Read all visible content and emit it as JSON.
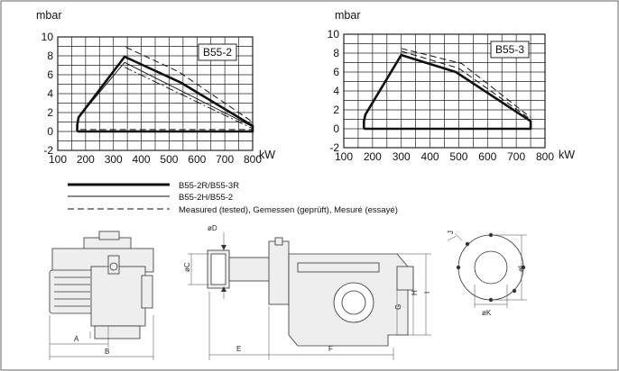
{
  "chart_data": [
    {
      "type": "line",
      "box_label": "B55-2",
      "ylabel": "mbar",
      "xlabel": "kW",
      "xlim": [
        100,
        800
      ],
      "ylim": [
        -2,
        10
      ],
      "x_ticks": [
        100,
        200,
        300,
        400,
        500,
        600,
        700,
        800
      ],
      "y_ticks": [
        -2,
        0,
        2,
        4,
        6,
        8,
        10
      ],
      "grid": true,
      "series": [
        {
          "style": "thick",
          "x": [
            170,
            170,
            175,
            340,
            540,
            800,
            800,
            170
          ],
          "y": [
            0,
            0.7,
            1.5,
            7.9,
            5.2,
            0.6,
            0,
            0
          ]
        },
        {
          "style": "thin",
          "x": [
            175,
            340,
            800
          ],
          "y": [
            1.5,
            7.3,
            0.5
          ]
        },
        {
          "style": "dashed",
          "x": [
            345,
            535,
            800
          ],
          "y": [
            8.9,
            6.3,
            1.0
          ]
        },
        {
          "style": "dashed",
          "x": [
            180,
            800
          ],
          "y": [
            0.2,
            0.2
          ]
        },
        {
          "style": "dashdot",
          "x": [
            340,
            800
          ],
          "y": [
            6.8,
            0.3
          ]
        }
      ]
    },
    {
      "type": "line",
      "box_label": "B55-3",
      "ylabel": "mbar",
      "xlabel": "kW",
      "xlim": [
        100,
        800
      ],
      "ylim": [
        -2,
        10
      ],
      "x_ticks": [
        100,
        200,
        300,
        400,
        500,
        600,
        700,
        800
      ],
      "y_ticks": [
        -2,
        0,
        2,
        4,
        6,
        8,
        10
      ],
      "grid": true,
      "series": [
        {
          "style": "thick",
          "x": [
            170,
            170,
            175,
            300,
            490,
            750,
            750,
            170
          ],
          "y": [
            0,
            0.8,
            1.5,
            7.8,
            6.0,
            0.8,
            0,
            0
          ]
        },
        {
          "style": "dashed",
          "x": [
            300,
            510,
            750
          ],
          "y": [
            8.5,
            6.9,
            1.2
          ]
        },
        {
          "style": "dashed",
          "x": [
            300,
            500,
            750
          ],
          "y": [
            8.2,
            6.4,
            1.0
          ]
        }
      ]
    }
  ],
  "legend": [
    {
      "style": "thick",
      "label": "B55-2R/B55-3R"
    },
    {
      "style": "thin",
      "label": "B55-2H/B55-2"
    },
    {
      "style": "dashed",
      "label": "Measured (tested), Gemessen (geprüft), Mesuré (essayé)"
    }
  ],
  "dimensions": {
    "A": "A",
    "B": "B",
    "C": "øC",
    "D": "øD",
    "E": "E",
    "F": "F",
    "G": "G",
    "H": "H",
    "I": "I",
    "J": "J",
    "K": "øK",
    "L": "øL"
  }
}
